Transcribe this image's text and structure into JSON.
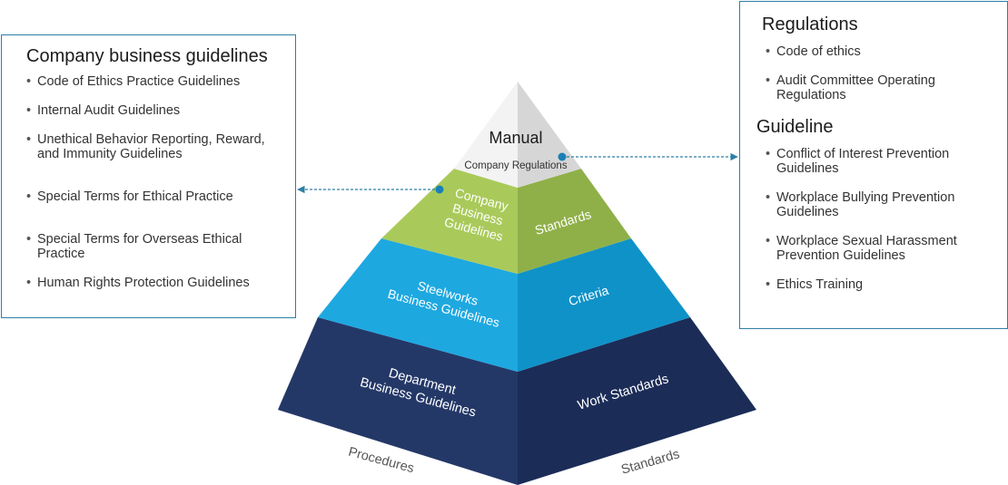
{
  "left_panel": {
    "title": "Company business guidelines",
    "items": [
      "Code of Ethics Practice Guidelines",
      "Internal Audit Guidelines",
      "Unethical Behavior Reporting, Reward,  and Immunity Guidelines",
      "Special Terms for Ethical Practice",
      "Special Terms for Overseas Ethical Practice",
      "Human Rights Protection Guidelines"
    ]
  },
  "right_panel": {
    "regulations_title": "Regulations",
    "regulations_items": [
      "Code of ethics",
      "Audit Committee Operating Regulations"
    ],
    "guideline_title": "Guideline",
    "guideline_items": [
      "Conflict of Interest Prevention Guidelines",
      "Workplace Bullying Prevention Guidelines",
      "Workplace Sexual Harassment Prevention Guidelines",
      "Ethics Training"
    ]
  },
  "pyramid": {
    "top": {
      "title": "Manual",
      "subtitle": "Company Regulations"
    },
    "level2": {
      "left_lines": [
        "Company",
        "Business",
        "Guidelines"
      ],
      "right": "Standards"
    },
    "level3": {
      "left_lines": [
        "Steelworks",
        "Business Guidelines"
      ],
      "right": "Criteria"
    },
    "level4": {
      "left_lines": [
        "Department",
        "Business Guidelines"
      ],
      "right": "Work Standards"
    },
    "base_left": "Procedures",
    "base_right": "Standards"
  },
  "colors": {
    "top_left": "#f3f3f3",
    "top_right": "#d6d6d6",
    "green_left": "#a9ca5a",
    "green_right": "#8fb048",
    "blue_left": "#1ea8e0",
    "blue_right": "#0f92c8",
    "navy_left": "#243868",
    "navy_right": "#1b2c57",
    "connector": "#2e7fa6"
  }
}
